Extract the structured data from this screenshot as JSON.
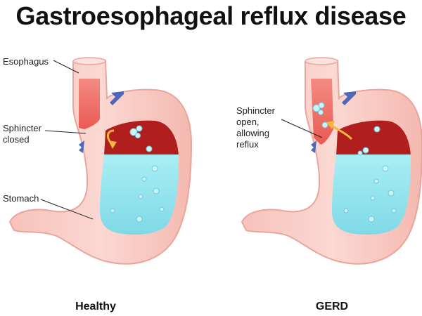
{
  "title": "Gastroesophageal reflux disease",
  "panels": {
    "healthy": {
      "caption": "Healthy",
      "labels": {
        "esophagus": "Esophagus",
        "sphincter_line1": "Sphincter",
        "sphincter_line2": "closed",
        "stomach": "Stomach"
      }
    },
    "gerd": {
      "caption": "GERD",
      "labels": {
        "line1": "Sphincter",
        "line2": "open,",
        "line3": "allowing",
        "line4": "reflux"
      }
    }
  },
  "colors": {
    "stomach_wall": "#f8c8c0",
    "stomach_outline": "#e9a59c",
    "esophagus_lumen": "#ec6f68",
    "acid_dark": "#b01e1e",
    "gastric_fluid": "#8ee3ee",
    "arrow": "#4f67b8",
    "reflux_arrow": "#f3b83c"
  }
}
